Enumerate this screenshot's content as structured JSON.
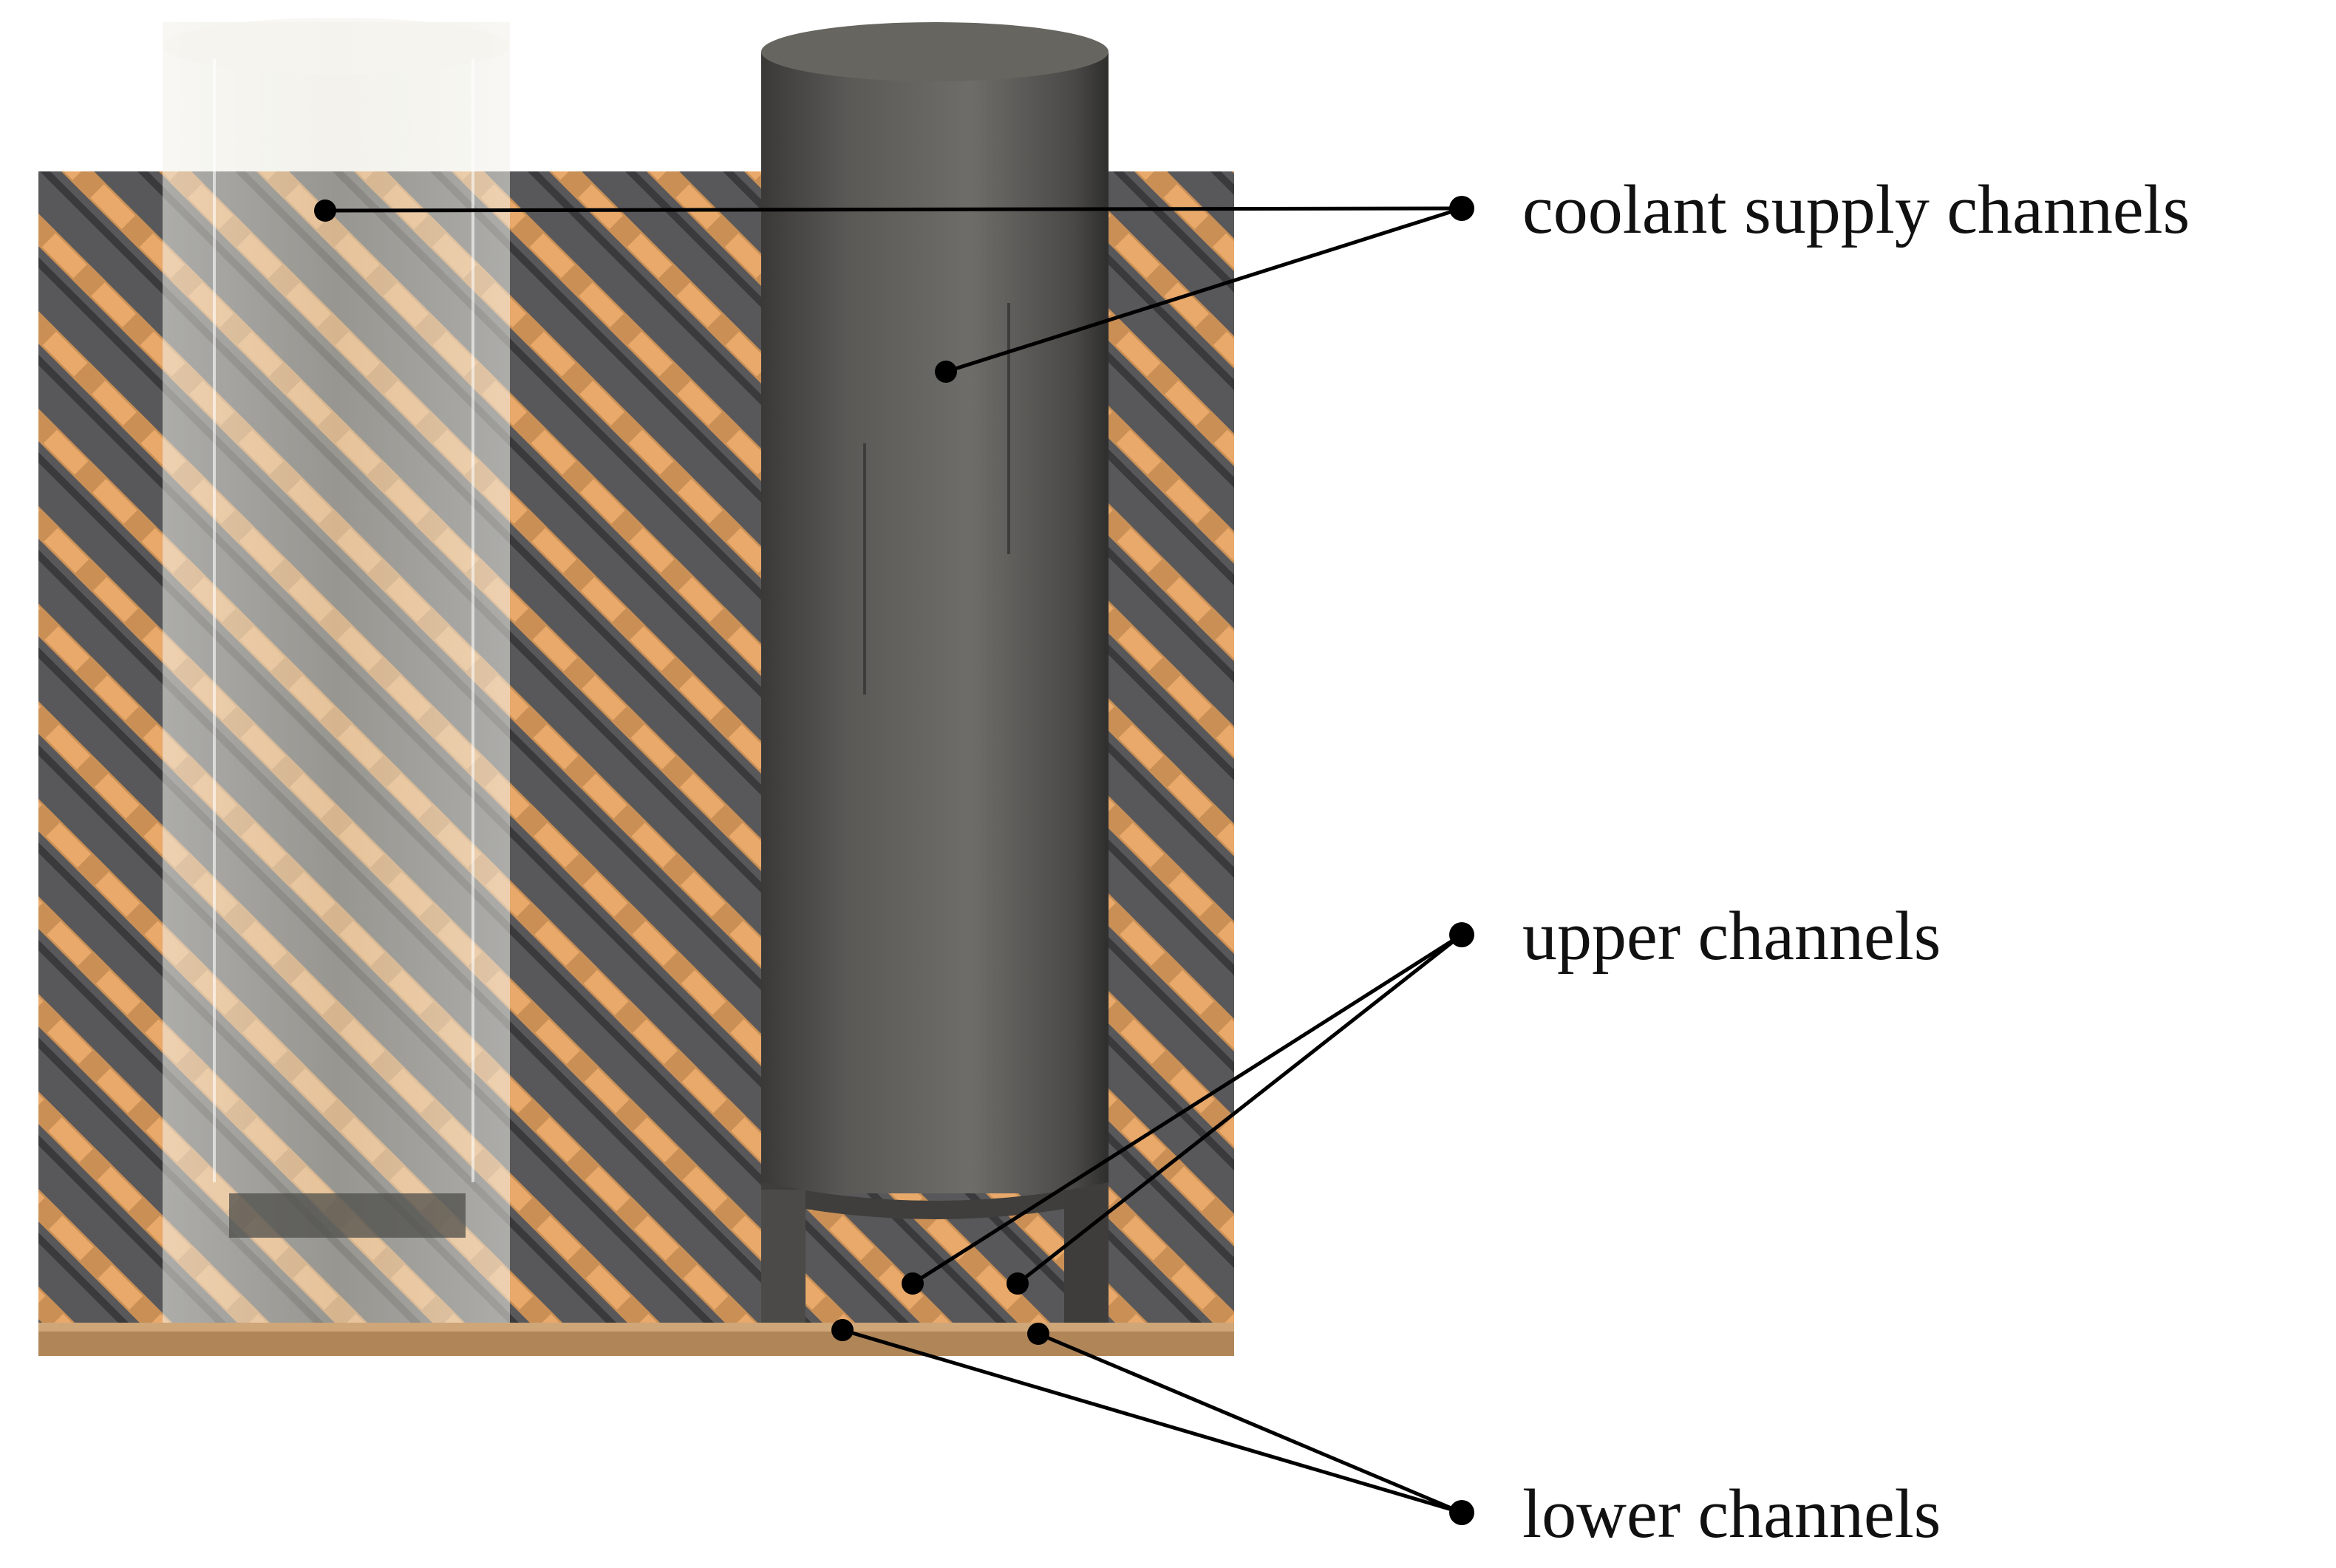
{
  "labels": {
    "coolant": "coolant supply channels",
    "upper": "upper channels",
    "lower": "lower channels"
  },
  "colors": {
    "background": "#ffffff",
    "dark_bars": "#58585a",
    "dark_bar_edge": "#3a3a3c",
    "copper": "#e8a96a",
    "copper_dark": "#b88448",
    "cylinder": "#5e5d5a",
    "glass": "#e8e6da",
    "leader": "#000000"
  },
  "icons": {
    "leader_dot": "filled-circle",
    "transparent_cylinder": "glass-cylinder",
    "opaque_cylinder": "solid-cylinder"
  }
}
